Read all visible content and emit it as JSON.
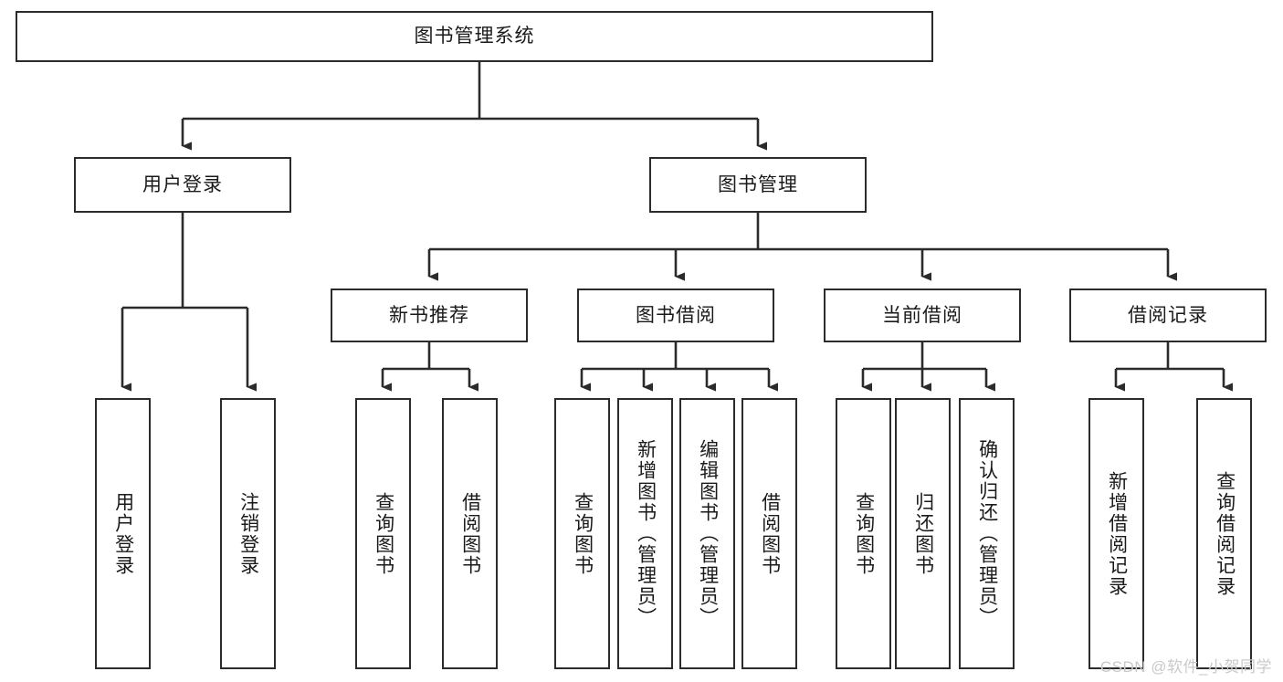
{
  "diagram": {
    "title": "图书管理系统",
    "type": "hierarchy-tree",
    "stroke_color": "#2b2b2b",
    "fill_color": "#ffffff",
    "text_color": "#1a1a1a",
    "levels": {
      "root": {
        "label": "图书管理系统"
      },
      "level2": [
        {
          "label": "用户登录"
        },
        {
          "label": "图书管理"
        }
      ],
      "level3": [
        {
          "label": "新书推荐"
        },
        {
          "label": "图书借阅"
        },
        {
          "label": "当前借阅"
        },
        {
          "label": "借阅记录"
        }
      ],
      "leaves": {
        "user_login": [
          {
            "label": "用户登录"
          },
          {
            "label": "注销登录"
          }
        ],
        "new_book_recommend": [
          {
            "label": "查询图书"
          },
          {
            "label": "借阅图书"
          }
        ],
        "book_borrow": [
          {
            "label": "查询图书"
          },
          {
            "label": "新增图书（管理员）"
          },
          {
            "label": "编辑图书（管理员）"
          },
          {
            "label": "借阅图书"
          }
        ],
        "current_borrow": [
          {
            "label": "查询图书"
          },
          {
            "label": "归还图书"
          },
          {
            "label": "确认归还（管理员）"
          }
        ],
        "borrow_record": [
          {
            "label": "新增借阅记录"
          },
          {
            "label": "查询借阅记录"
          }
        ]
      }
    }
  },
  "watermark": {
    "text": "CSDN @软件_小贺同学"
  }
}
